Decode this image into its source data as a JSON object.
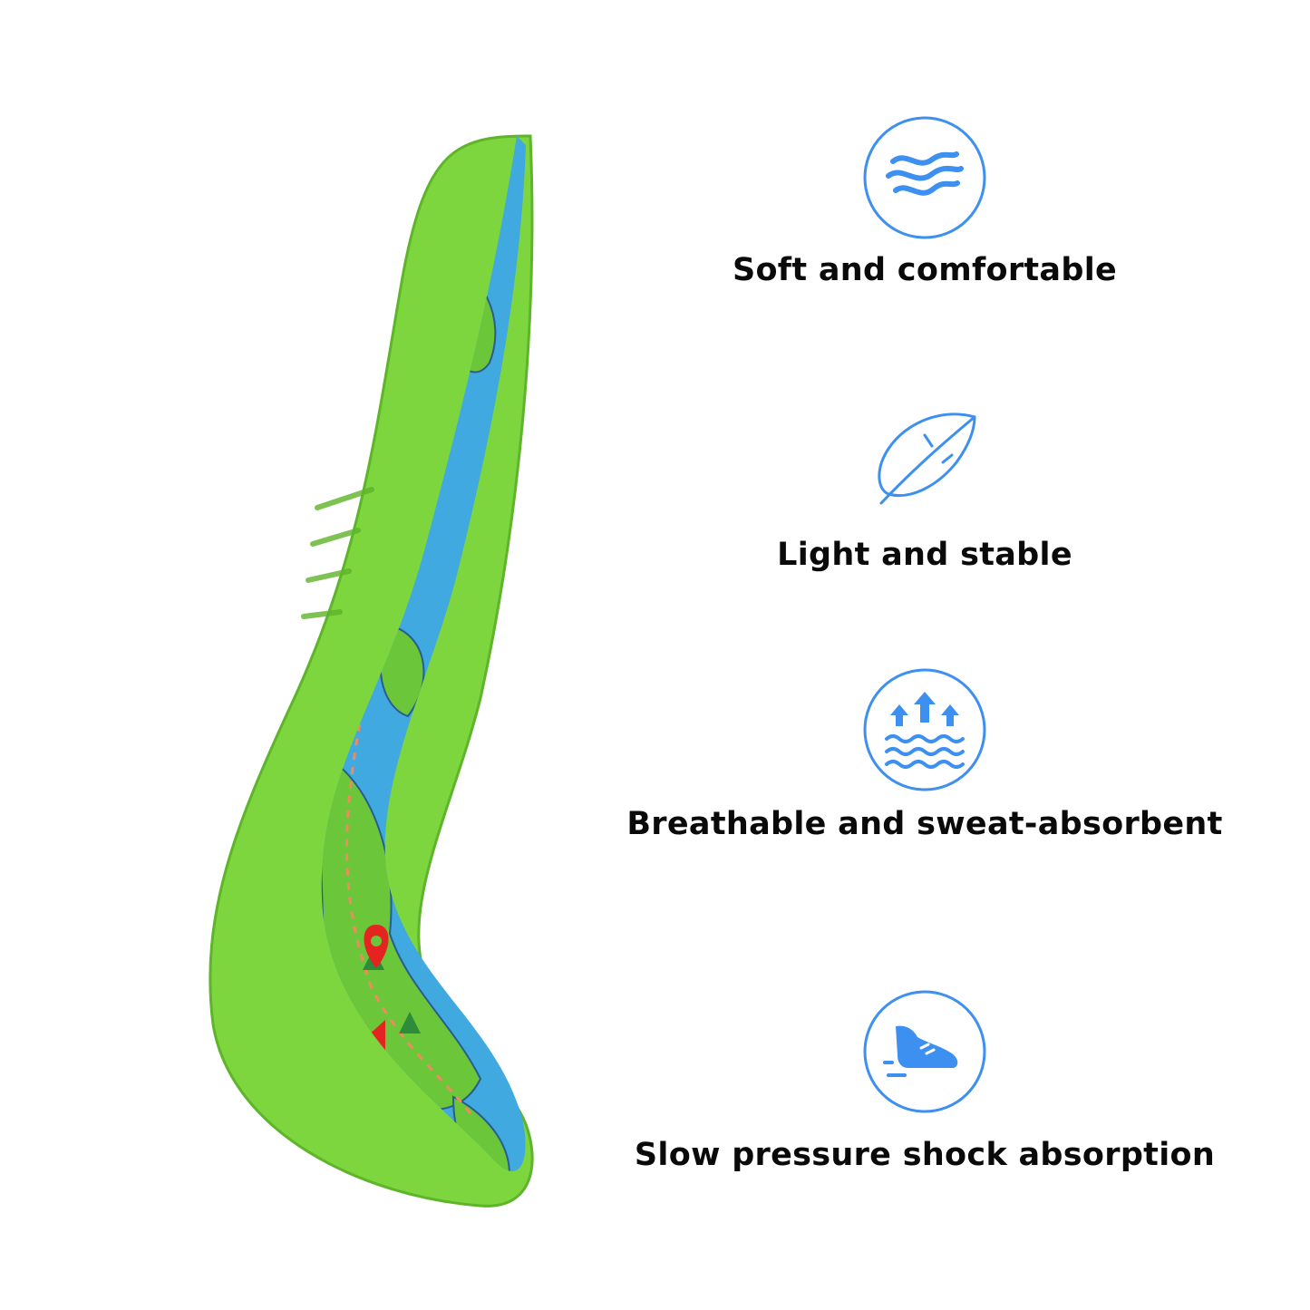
{
  "features": [
    {
      "label": "Soft and comfortable",
      "icon": "waves-icon"
    },
    {
      "label": "Light and stable",
      "icon": "feather-icon"
    },
    {
      "label": "Breathable and sweat-absorbent",
      "icon": "breathable-arrows-icon"
    },
    {
      "label": "Slow pressure shock absorption",
      "icon": "running-shoe-icon"
    }
  ],
  "colors": {
    "icon_blue": "#3d8ff0",
    "insole_green": "#7ed63f",
    "insole_map_blue": "#3fa9e0",
    "flag_red": "#e52421",
    "text": "#0a0a0a"
  }
}
